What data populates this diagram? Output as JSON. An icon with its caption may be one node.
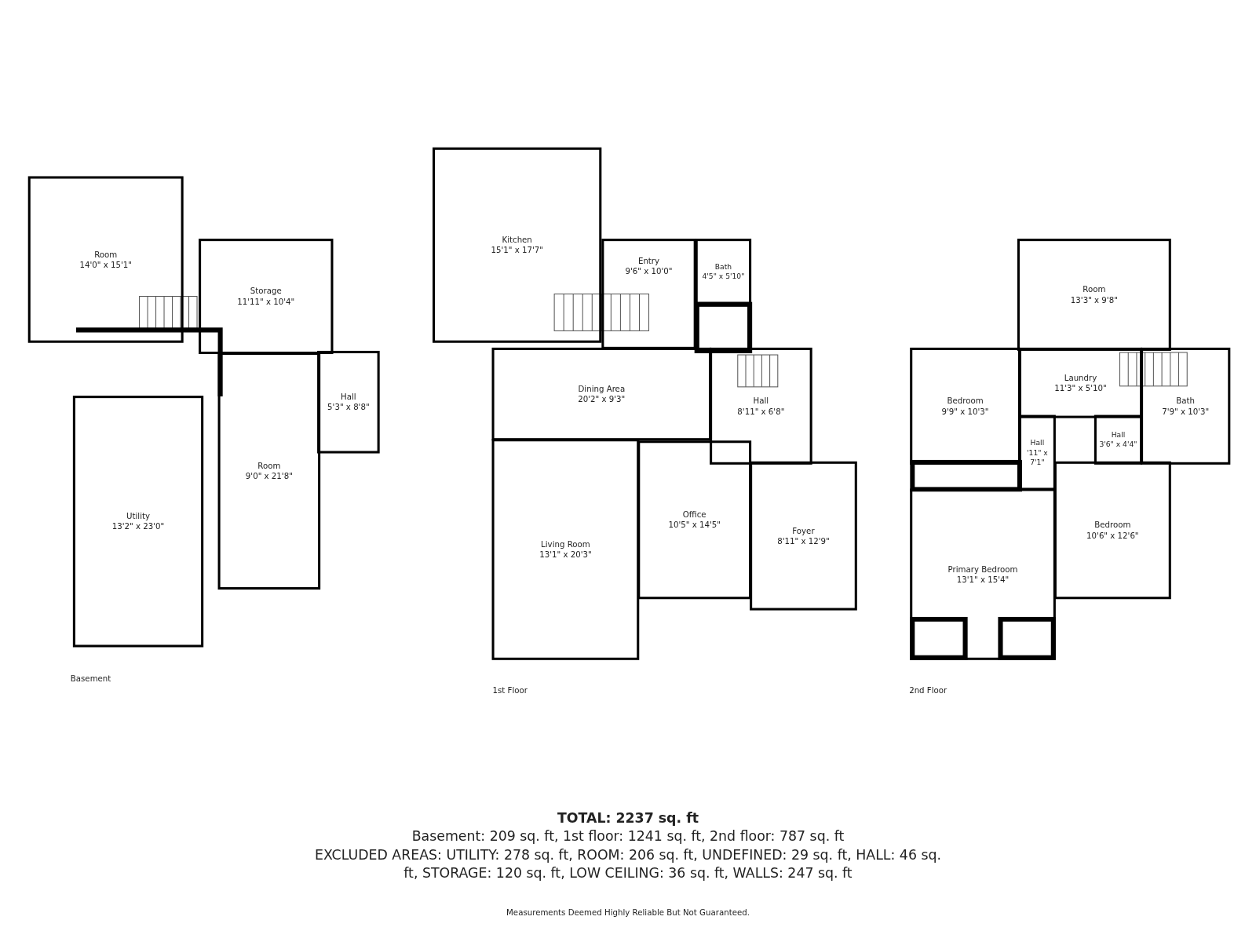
{
  "diagram": {
    "nodes": [
      {
        "text": [
          "Room",
          "14'0\" x 15'1\""
        ]
      },
      {
        "text": [
          "Storage",
          "11'11\" x 10'4\""
        ]
      },
      {
        "text": [
          "Hall",
          "5'3\" x 8'8\""
        ]
      },
      {
        "text": [
          "Room",
          "9'0\" x 21'8\""
        ]
      },
      {
        "text": [
          "Utility",
          "13'2\" x 23'0\""
        ]
      },
      {
        "text": [
          "Kitchen",
          "15'1\" x 17'7\""
        ]
      },
      {
        "text": [
          "Entry",
          "9'6\" x 10'0\""
        ]
      },
      {
        "text": [
          "Bath",
          "4'5\" x 5'10\""
        ]
      },
      {
        "text": [
          "Dining Area",
          "20'2\" x 9'3\""
        ]
      },
      {
        "text": [
          "Hall",
          "8'11\" x 6'8\""
        ]
      },
      {
        "text": [
          "Office",
          "10'5\" x 14'5\""
        ]
      },
      {
        "text": [
          "Foyer",
          "8'11\" x 12'9\""
        ]
      },
      {
        "text": [
          "Living Room",
          "13'1\" x 20'3\""
        ]
      },
      {
        "text": [
          "Room",
          "13'3\" x 9'8\""
        ]
      },
      {
        "text": [
          "Bedroom",
          "9'9\" x 10'3\""
        ]
      },
      {
        "text": [
          "Laundry",
          "11'3\" x 5'10\""
        ]
      },
      {
        "text": [
          "Bath",
          "7'9\" x 10'3\""
        ]
      },
      {
        "text": [
          "Hall",
          "'11\" x 7'1\""
        ]
      },
      {
        "text": [
          "Hall",
          "3'6\" x 4'4\""
        ]
      },
      {
        "text": [
          "Primary Bedroom",
          "13'1\" x 15'4\""
        ]
      },
      {
        "text": [
          "Bedroom",
          "10'6\" x 12'6\""
        ]
      }
    ],
    "labels": [
      "Basement",
      "1st Floor",
      "2nd Floor",
      "TOTAL: 2237 sq. ft",
      "Basement: 209 sq. ft, 1st floor: 1241 sq. ft, 2nd floor: 787 sq. ft",
      "EXCLUDED AREAS: UTILITY: 278 sq. ft, ROOM: 206 sq. ft, UNDEFINED: 29 sq. ft, HALL: 46 sq. ft, STORAGE: 120 sq. ft, LOW CEILING: 36 sq. ft, WALLS: 247 sq. ft",
      "Measurements Deemed Highly Reliable But Not Guaranteed."
    ]
  }
}
